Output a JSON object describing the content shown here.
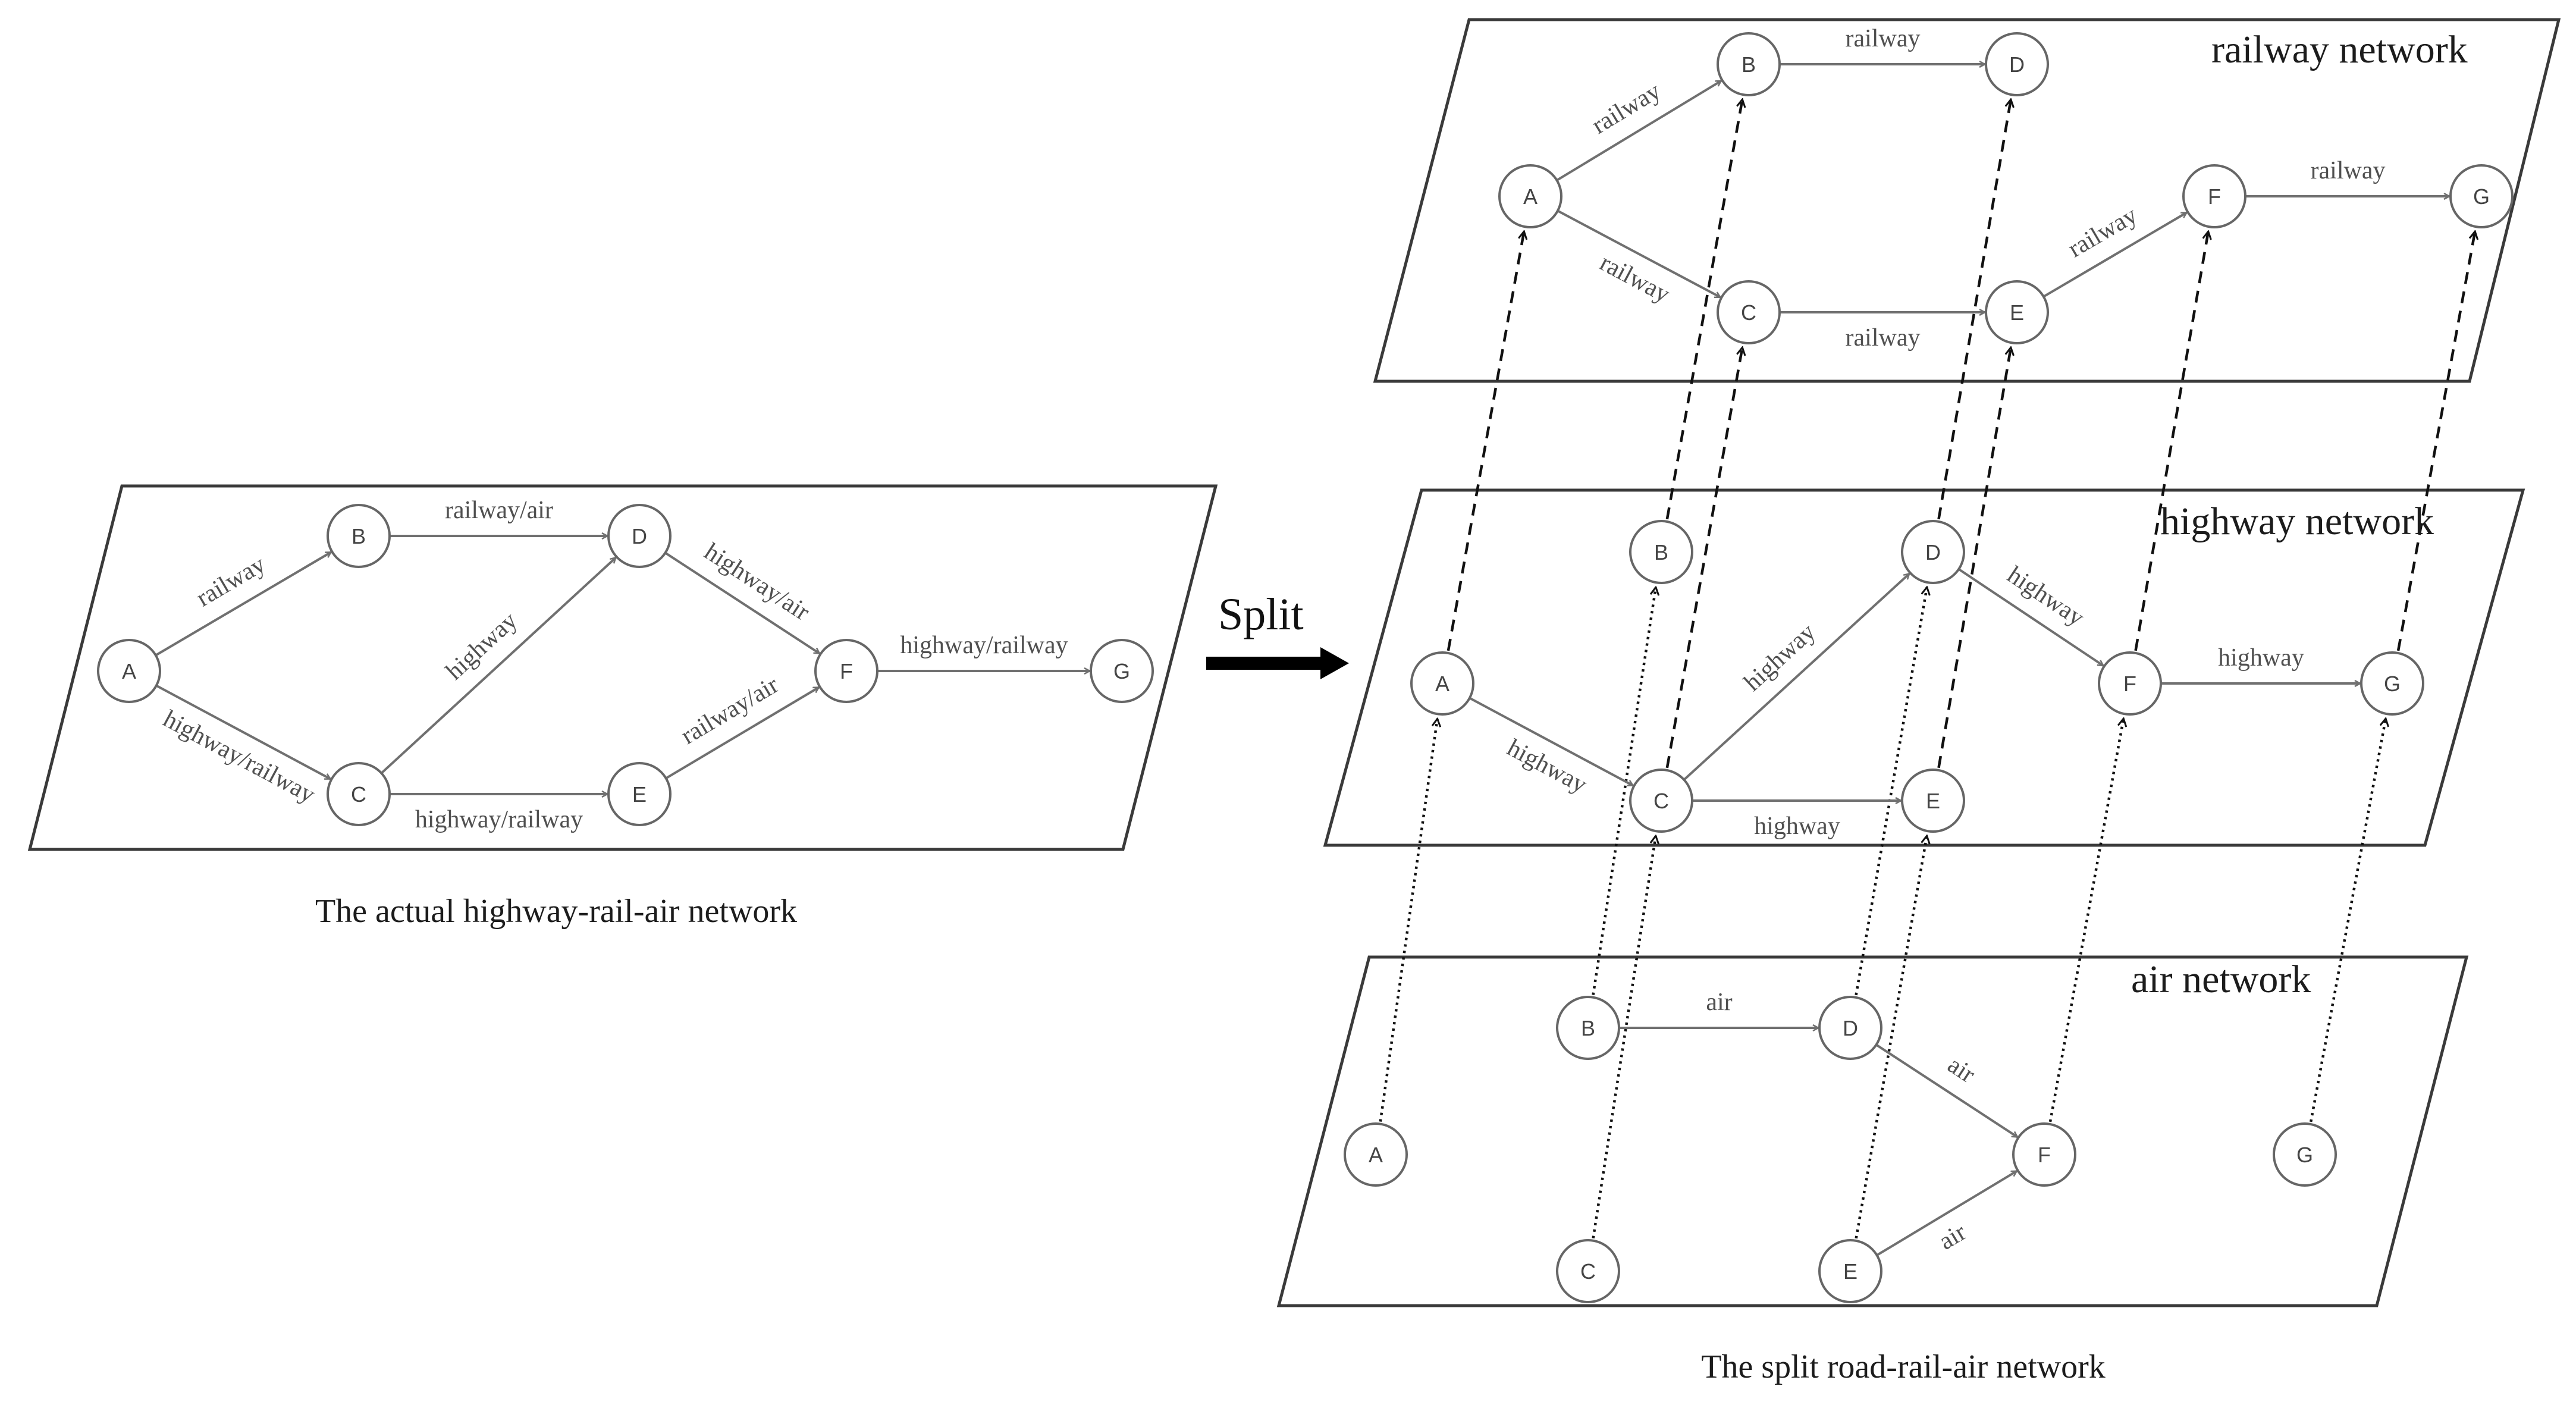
{
  "split_label": "Split",
  "left_caption": "The actual highway-rail-air network",
  "right_caption": "The split road-rail-air network",
  "layers": {
    "railway": "railway network",
    "highway": "highway network",
    "air": "air network"
  },
  "node_ids": [
    "A",
    "B",
    "C",
    "D",
    "E",
    "F",
    "G"
  ],
  "actual_network": {
    "edges": [
      {
        "from": "A",
        "to": "B",
        "label": "railway"
      },
      {
        "from": "A",
        "to": "C",
        "label": "highway/railway"
      },
      {
        "from": "B",
        "to": "D",
        "label": "railway/air"
      },
      {
        "from": "C",
        "to": "D",
        "label": "highway"
      },
      {
        "from": "C",
        "to": "E",
        "label": "highway/railway"
      },
      {
        "from": "D",
        "to": "F",
        "label": "highway/air"
      },
      {
        "from": "E",
        "to": "F",
        "label": "railway/air"
      },
      {
        "from": "F",
        "to": "G",
        "label": "highway/railway"
      }
    ]
  },
  "railway_network": {
    "edges": [
      {
        "from": "A",
        "to": "B",
        "label": "railway"
      },
      {
        "from": "A",
        "to": "C",
        "label": "railway"
      },
      {
        "from": "B",
        "to": "D",
        "label": "railway"
      },
      {
        "from": "C",
        "to": "E",
        "label": "railway"
      },
      {
        "from": "E",
        "to": "F",
        "label": "railway"
      },
      {
        "from": "F",
        "to": "G",
        "label": "railway"
      }
    ]
  },
  "highway_network": {
    "edges": [
      {
        "from": "A",
        "to": "C",
        "label": "highway"
      },
      {
        "from": "C",
        "to": "D",
        "label": "highway"
      },
      {
        "from": "C",
        "to": "E",
        "label": "highway"
      },
      {
        "from": "D",
        "to": "F",
        "label": "highway"
      },
      {
        "from": "F",
        "to": "G",
        "label": "highway"
      }
    ]
  },
  "air_network": {
    "edges": [
      {
        "from": "B",
        "to": "D",
        "label": "air"
      },
      {
        "from": "D",
        "to": "F",
        "label": "air"
      },
      {
        "from": "E",
        "to": "F",
        "label": "air"
      }
    ]
  },
  "connections": {
    "highway_to_railway": [
      "A",
      "B",
      "C",
      "D",
      "E",
      "F",
      "G"
    ],
    "air_to_highway": [
      "A",
      "B",
      "C",
      "D",
      "E",
      "F",
      "G"
    ]
  }
}
